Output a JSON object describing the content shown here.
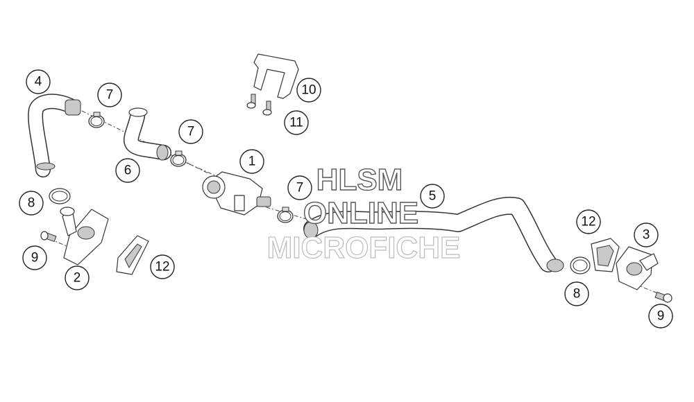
{
  "callouts": {
    "c4": "4",
    "c7a": "7",
    "c6": "6",
    "c7b": "7",
    "c1": "1",
    "c10": "10",
    "c11": "11",
    "c8a": "8",
    "c9a": "9",
    "c2": "2",
    "c12a": "12",
    "c7c": "7",
    "c5": "5",
    "c12b": "12",
    "c3": "3",
    "c8b": "8",
    "c9b": "9"
  },
  "watermark": {
    "line1": "HLSM",
    "line2": "ONLINE",
    "line3": "MICROFICHE"
  }
}
